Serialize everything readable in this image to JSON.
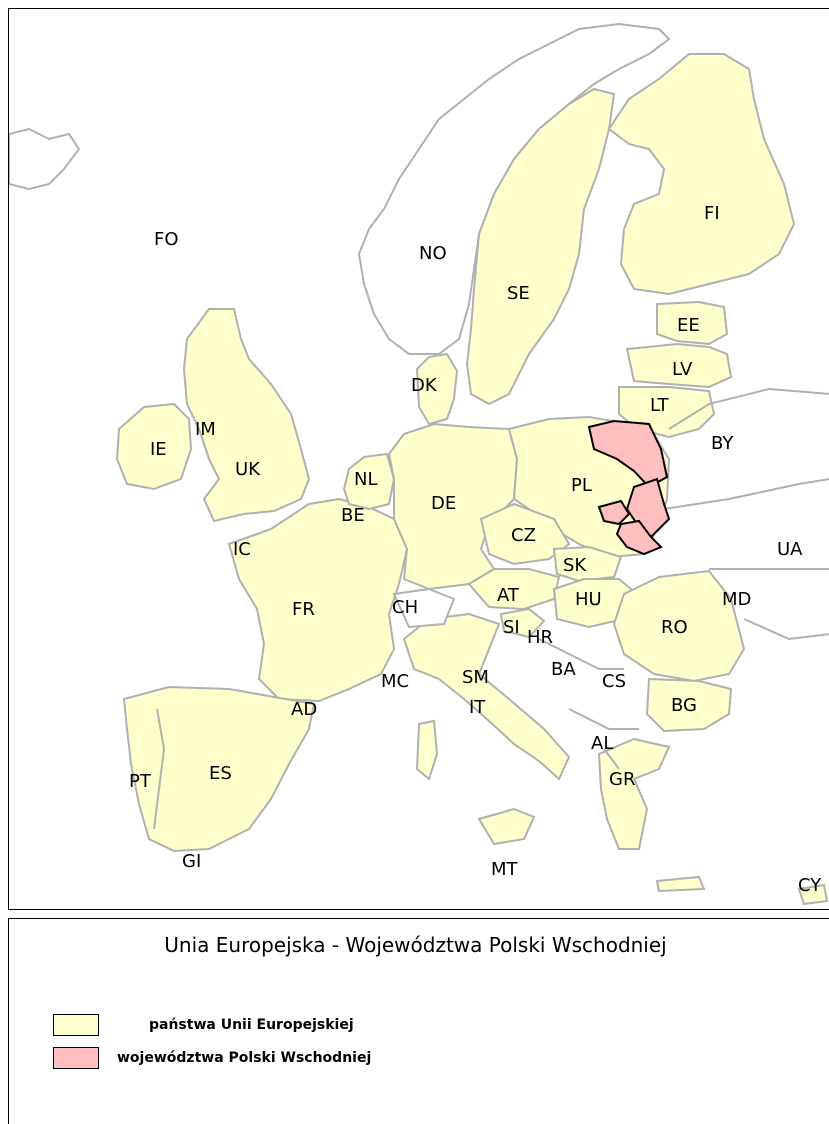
{
  "legend": {
    "title": "Unia Europejska - Województwa Polski Wschodniej",
    "items": [
      {
        "label": "państwa Unii Europejskiej",
        "color": "#ffffcc"
      },
      {
        "label": "województwa Polski Wschodniej",
        "color": "#ffbfbf"
      }
    ]
  },
  "colors": {
    "eu": "#ffffcc",
    "highlight": "#ffbfbf",
    "highlight_outline": "#000000",
    "coast": "#b0b0b0"
  },
  "countries": [
    {
      "code": "FO"
    },
    {
      "code": "NO"
    },
    {
      "code": "SE"
    },
    {
      "code": "FI"
    },
    {
      "code": "EE"
    },
    {
      "code": "LV"
    },
    {
      "code": "LT"
    },
    {
      "code": "DK"
    },
    {
      "code": "IE"
    },
    {
      "code": "IM"
    },
    {
      "code": "UK"
    },
    {
      "code": "NL"
    },
    {
      "code": "BE"
    },
    {
      "code": "DE"
    },
    {
      "code": "PL"
    },
    {
      "code": "BY"
    },
    {
      "code": "CZ"
    },
    {
      "code": "SK"
    },
    {
      "code": "UA"
    },
    {
      "code": "IC"
    },
    {
      "code": "FR"
    },
    {
      "code": "CH"
    },
    {
      "code": "AT"
    },
    {
      "code": "HU"
    },
    {
      "code": "MD"
    },
    {
      "code": "SI"
    },
    {
      "code": "HR"
    },
    {
      "code": "RO"
    },
    {
      "code": "MC"
    },
    {
      "code": "SM"
    },
    {
      "code": "BA"
    },
    {
      "code": "CS"
    },
    {
      "code": "AD"
    },
    {
      "code": "IT"
    },
    {
      "code": "BG"
    },
    {
      "code": "AL"
    },
    {
      "code": "PT"
    },
    {
      "code": "ES"
    },
    {
      "code": "GR"
    },
    {
      "code": "GI"
    },
    {
      "code": "MT"
    },
    {
      "code": "CY"
    }
  ]
}
